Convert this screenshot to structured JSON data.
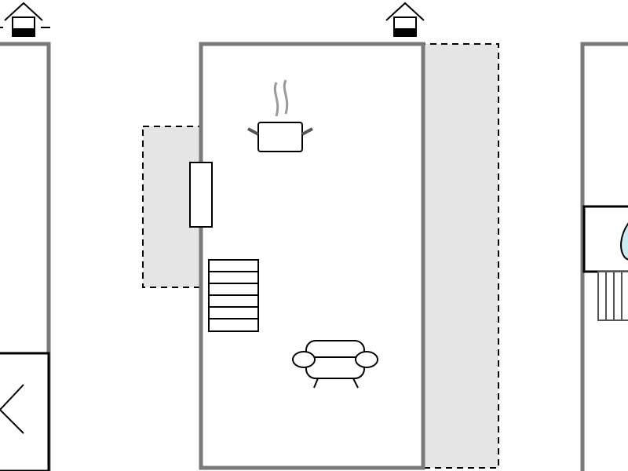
{
  "colors": {
    "wall": "#7a7a7a",
    "outline": "#000000",
    "terrace_fill": "#e5e5e5",
    "steam": "#9a9a9a",
    "water": "#c8ecf0",
    "background": "#ffffff"
  },
  "floor_plans": [
    {
      "id": "plan-left",
      "entrance_icon": "house-entrance-icon",
      "symbols": [
        "door-swing-icon"
      ]
    },
    {
      "id": "plan-center",
      "entrance_icon": "house-entrance-icon",
      "symbols": [
        "kitchen-pot-icon",
        "window-icon",
        "staircase-icon",
        "sofa-icon",
        "terrace-area-left",
        "terrace-area-right"
      ]
    },
    {
      "id": "plan-right",
      "entrance_icon": null,
      "symbols": [
        "bathroom-icon",
        "radiator-icon"
      ]
    }
  ]
}
